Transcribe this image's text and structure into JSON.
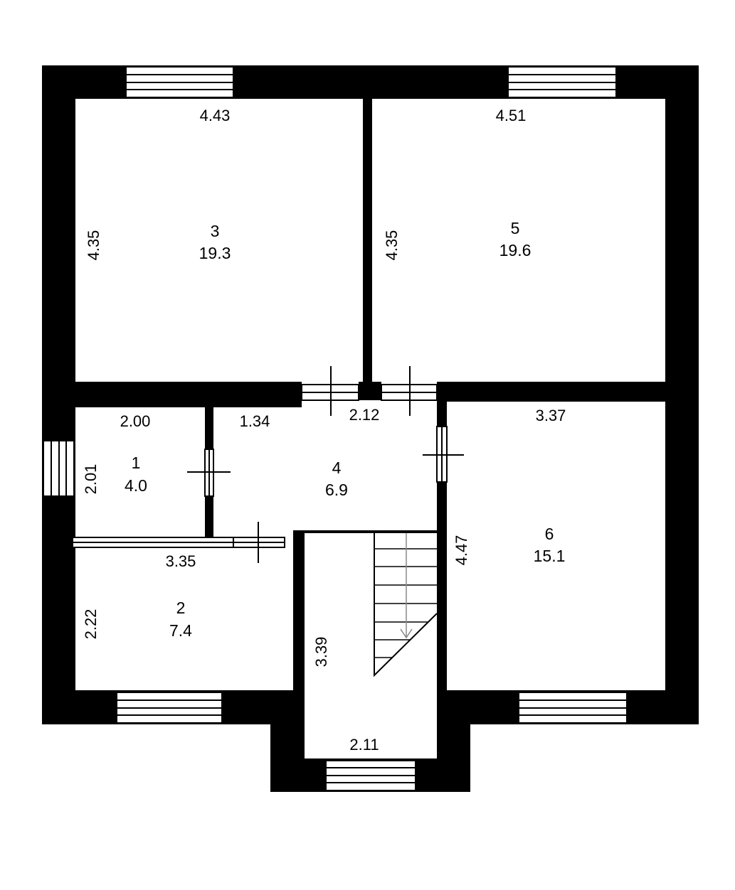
{
  "colors": {
    "wall": "#000000",
    "background": "#ffffff",
    "stair_line": "#888888"
  },
  "rooms": [
    {
      "number": "1",
      "area": "4.0"
    },
    {
      "number": "2",
      "area": "7.4"
    },
    {
      "number": "3",
      "area": "19.3"
    },
    {
      "number": "4",
      "area": "6.9"
    },
    {
      "number": "5",
      "area": "19.6"
    },
    {
      "number": "6",
      "area": "15.1"
    }
  ],
  "dimensions": {
    "room3_width": "4.43",
    "room3_height": "4.35",
    "room5_width": "4.51",
    "room5_height": "4.35",
    "room1_width": "2.00",
    "room1_height": "2.01",
    "hall_width": "1.34",
    "hall_doors": "2.12",
    "room6_width": "3.37",
    "room6_height": "4.47",
    "room2_width": "3.35",
    "room2_height": "2.22",
    "stair_height": "3.39",
    "stair_width": "2.11"
  }
}
